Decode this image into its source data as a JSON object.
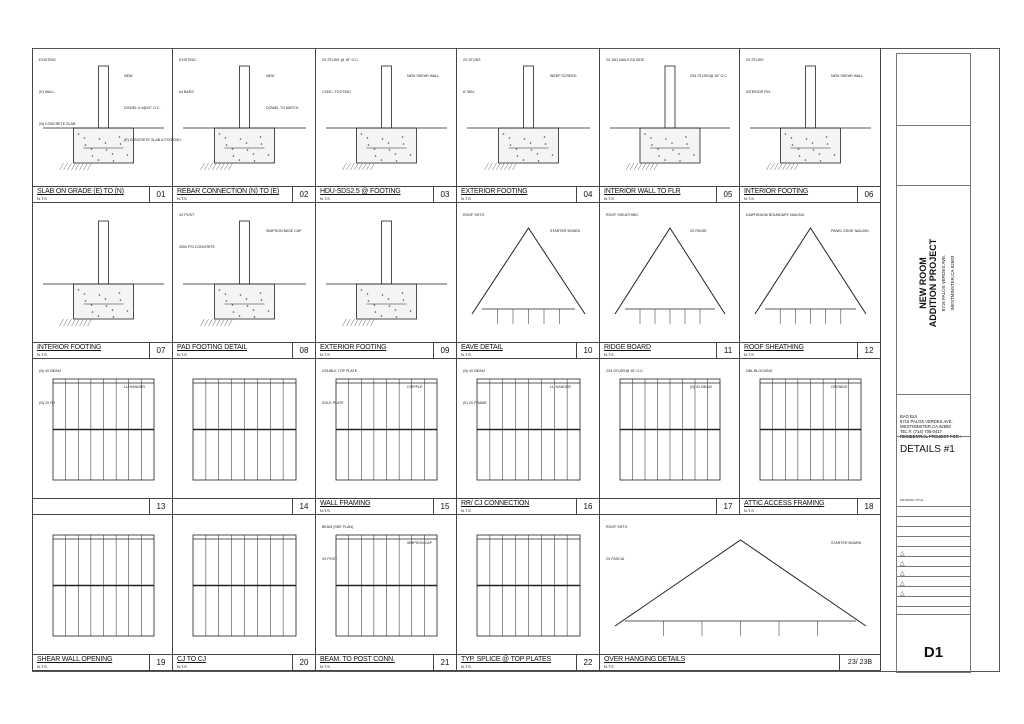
{
  "sheet": {
    "project_title_line1": "NEW ROOM",
    "project_title_line2": "ADDITION PROJECT",
    "project_address_line1": "8716 PALOS VERDES AVE.",
    "project_address_line2": "WESTMINSTER,CA.92683",
    "owner_lines": [
      "BAO BUI",
      "8716 PALOS VERDES AVE.",
      "WESTMINSTER,CA.92683",
      "TEL #: (714) 705-0417",
      "RESIDENTIAL PROJECT FOR :"
    ],
    "drawing_name": "DETAILS #1",
    "drawing_title_label": "DRAWING TITLE :",
    "sheet_number": "D1"
  },
  "details": [
    {
      "title": "SLAB ON GRADE (E) TO (N)",
      "scale": "N.T.S",
      "num": "01"
    },
    {
      "title": "REBAR CONNECTION (N) TO (E)",
      "scale": "N.T.S",
      "num": "02"
    },
    {
      "title": "HDU-SDS2.5 @ FOOTING",
      "scale": "N.T.S",
      "num": "03"
    },
    {
      "title": "EXTERIOR FOOTING",
      "scale": "N.T.S",
      "num": "04"
    },
    {
      "title": "INTERIOR WALL TO FLR",
      "scale": "N.T.S",
      "num": "05"
    },
    {
      "title": "INTERIOR FOOTING",
      "scale": "N.T.S",
      "num": "06"
    },
    {
      "title": "INTERIOR FOOTING",
      "scale": "N.T.S",
      "num": "07"
    },
    {
      "title": "PAD FOOTING DETAIL",
      "scale": "N.T.S",
      "num": "08"
    },
    {
      "title": "EXTERIOR FOOTING",
      "scale": "N.T.S",
      "num": "09"
    },
    {
      "title": "EAVE DETAIL",
      "scale": "N.T.S",
      "num": "10"
    },
    {
      "title": "RIDGE BOARD",
      "scale": "N.T.S",
      "num": "11"
    },
    {
      "title": "ROOF SHEATHING",
      "scale": "N.T.S",
      "num": "12"
    },
    {
      "title": "",
      "scale": "",
      "num": "13"
    },
    {
      "title": "",
      "scale": "",
      "num": "14"
    },
    {
      "title": "WALL FRAMING",
      "scale": "N.T.S",
      "num": "15"
    },
    {
      "title": "RR/ CJ CONNECTION",
      "scale": "N.T.S",
      "num": "16"
    },
    {
      "title": "",
      "scale": "",
      "num": "17"
    },
    {
      "title": "ATTIC ACCESS FRAMING",
      "scale": "N.T.S",
      "num": "18"
    },
    {
      "title": "SHEAR WALL OPENING",
      "scale": "N.T.S",
      "num": "19"
    },
    {
      "title": "CJ TO CJ",
      "scale": "N.T.S",
      "num": "20"
    },
    {
      "title": "BEAM. TO POST CONN.",
      "scale": "N.T.S",
      "num": "21"
    },
    {
      "title": "TYP. SPLICE @ TOP PLATES",
      "scale": "N.T.S",
      "num": "22"
    },
    {
      "title": "OVER HANGING DETAILS",
      "scale": "N.T.S",
      "num": "23/    23B"
    }
  ],
  "labels": {
    "d01": [
      "EXISTING",
      "NEW",
      "(E) WALL",
      "DOWEL # 4@24\" O.C.",
      "(N) CONCRETE SLAB",
      "(E) CONCRETE SLAB & FOOTING"
    ],
    "d02": [
      "EXISTING",
      "NEW",
      "#4 BARS",
      "DOWEL TO MATCH"
    ],
    "d03": [
      "2X STUDS @ 16\" O.C.",
      "NEW SHEAR WALL",
      "CONC. FOOTING"
    ],
    "d04": [
      "2X STUDS",
      "WEEP SCREED",
      "6\" MIN."
    ],
    "d05": [
      "2X 16D NAILS EA SIDE",
      "2X4 STUDS@ 16\" O.C."
    ],
    "d06": [
      "2X STUDS",
      "NEW SHEAR WALL",
      "INTERIOR FIN."
    ],
    "d08": [
      "4X POST",
      "SIMPSON BASE CAP",
      "2500 PSI CONCRETE"
    ],
    "d10": [
      "ROOF SHTG",
      "STARTER BOARD"
    ],
    "d11": [
      "ROOF SHEATHING",
      "2X RIDGE"
    ],
    "d12": [
      "DIAPHRAGM BOUNDARY NAILING",
      "PANEL EDGE NAILING"
    ],
    "d13": [
      "(N) 4X BEAM",
      "LU HANGER",
      "(N) 2X RJ"
    ],
    "d15": [
      "DOUBLE TOP PLATE",
      "CRIPPLE",
      "SOLE PLATE"
    ],
    "d16": [
      "(N) 4X BEAM",
      "LU HANGER",
      "(E) 2X FRAME"
    ],
    "d17": [
      "2X4 STUDS@ 16\" O.C.",
      "(N) 4X BEAM"
    ],
    "d18": [
      "DBL BLOCKING",
      "OPENING"
    ],
    "d21": [
      "BEAM (SEE PLAN)",
      "SIMPSON CAP",
      "4X POST"
    ],
    "d23": [
      "ROOF SHTG",
      "STARTER BOARD",
      "2X FASCIA"
    ]
  }
}
